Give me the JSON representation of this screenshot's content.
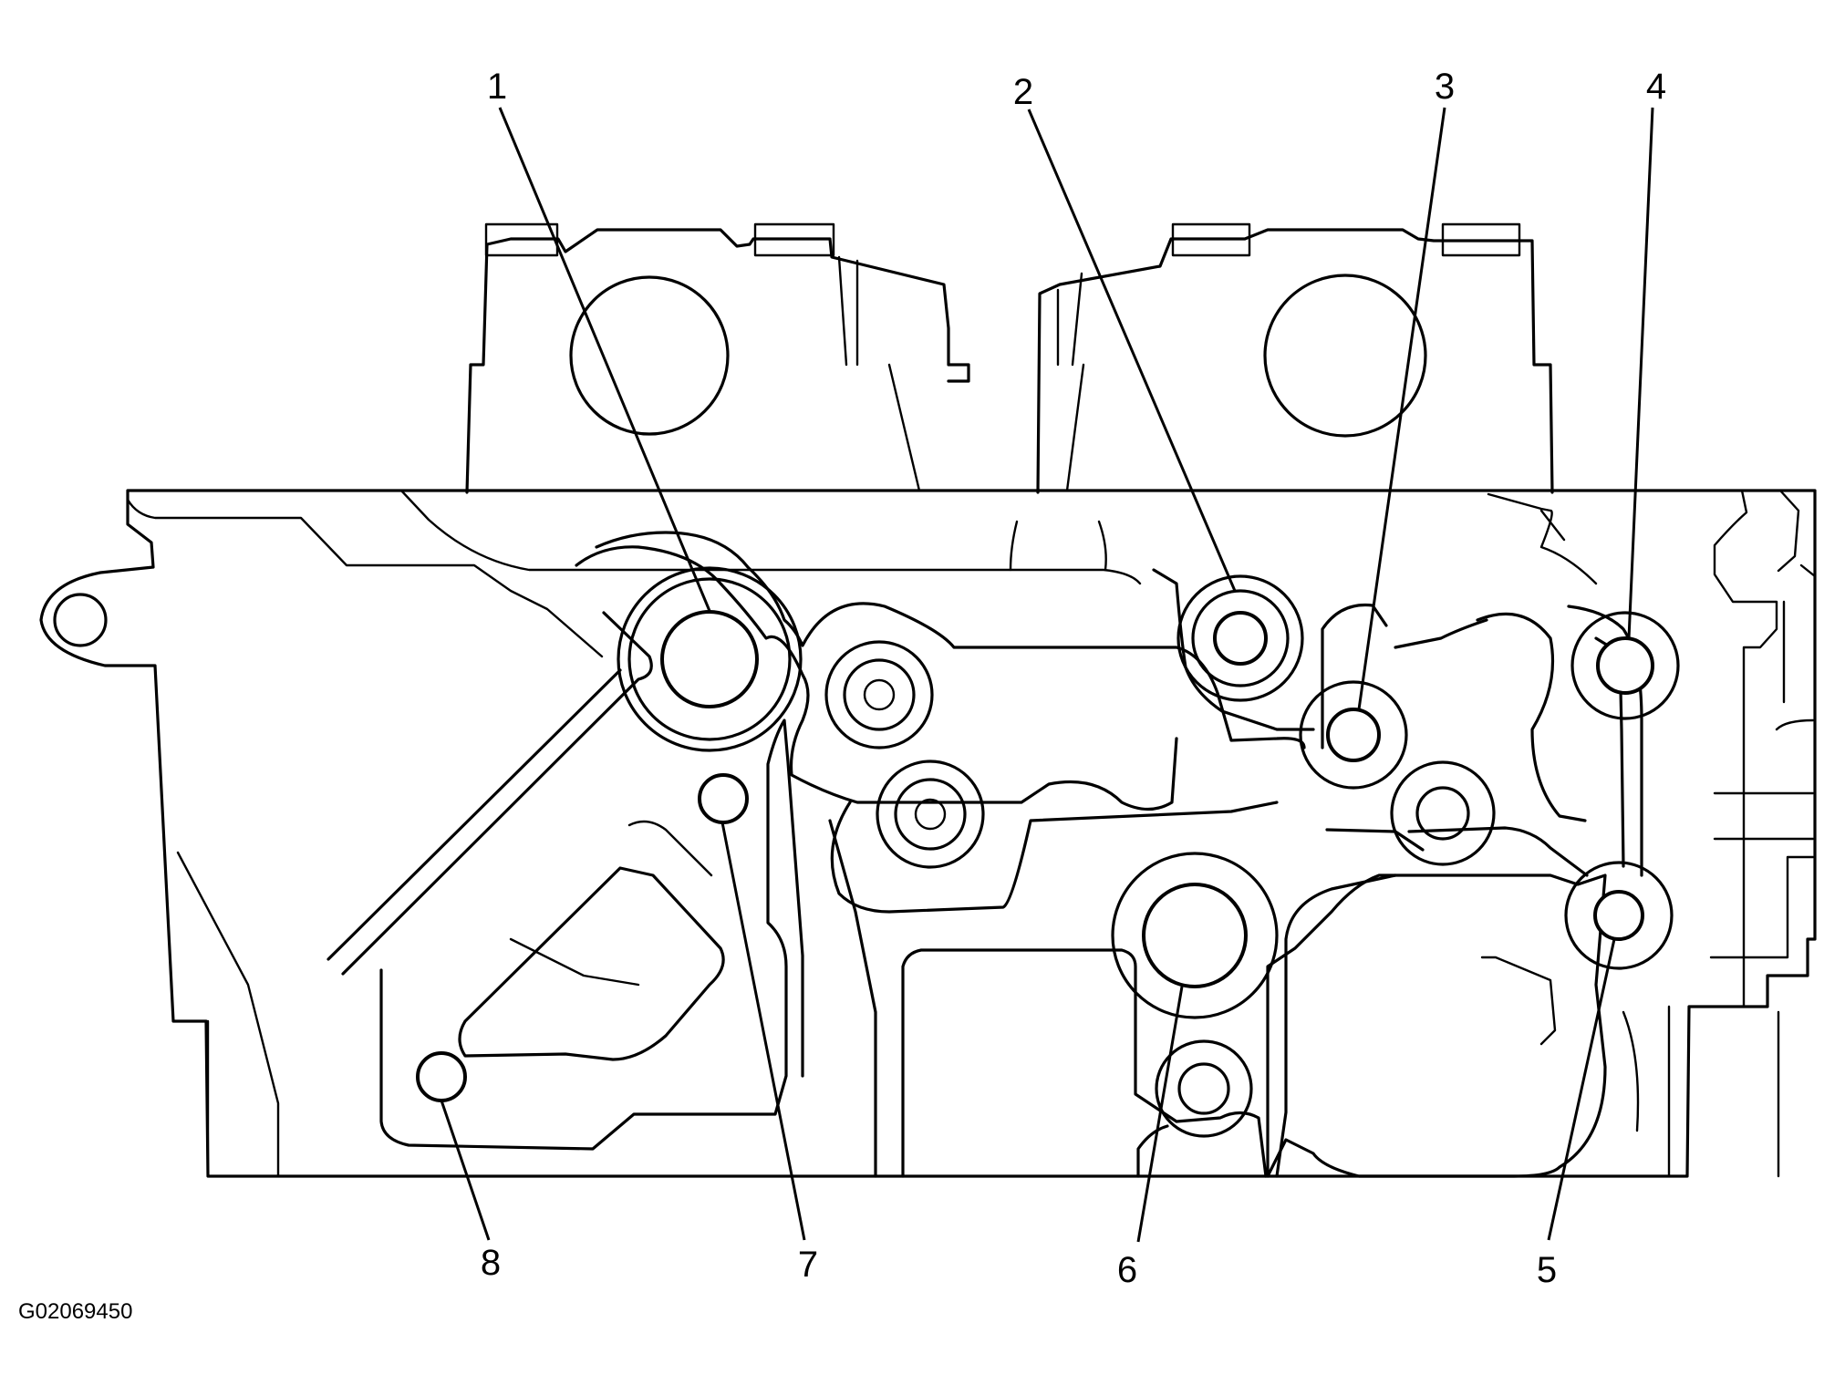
{
  "figure_id": "G02069450",
  "callouts": [
    {
      "label": "1"
    },
    {
      "label": "2"
    },
    {
      "label": "3"
    },
    {
      "label": "4"
    },
    {
      "label": "5"
    },
    {
      "label": "6"
    },
    {
      "label": "7"
    },
    {
      "label": "8"
    }
  ]
}
